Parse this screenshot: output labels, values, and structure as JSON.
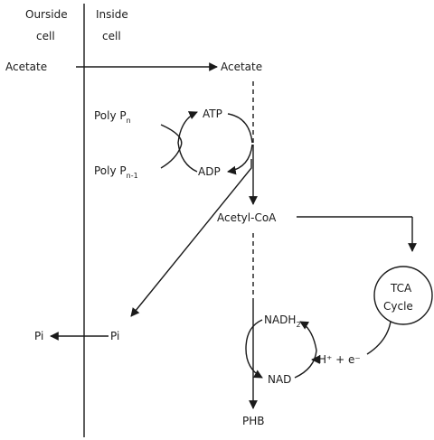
{
  "labels": {
    "outside_line1": "Ourside",
    "outside_line2": "cell",
    "inside_line1": "Inside",
    "inside_line2": "cell",
    "acetate_out": "Acetate",
    "acetate_in": "Acetate",
    "polyp_n": "Poly P",
    "polyp_n_sub": "n",
    "polyp_n1": "Poly P",
    "polyp_n1_sub": "n-1",
    "atp": "ATP",
    "adp": "ADP",
    "acetyl_coa": "Acetyl-CoA",
    "tca_line1": "TCA",
    "tca_line2": "Cycle",
    "pi_out": "Pi",
    "pi_in": "Pi",
    "nadh": "NADH",
    "nadh_sub": "2",
    "nad": "NAD",
    "h_e": "H⁺ + e⁻",
    "phb": "PHB"
  }
}
